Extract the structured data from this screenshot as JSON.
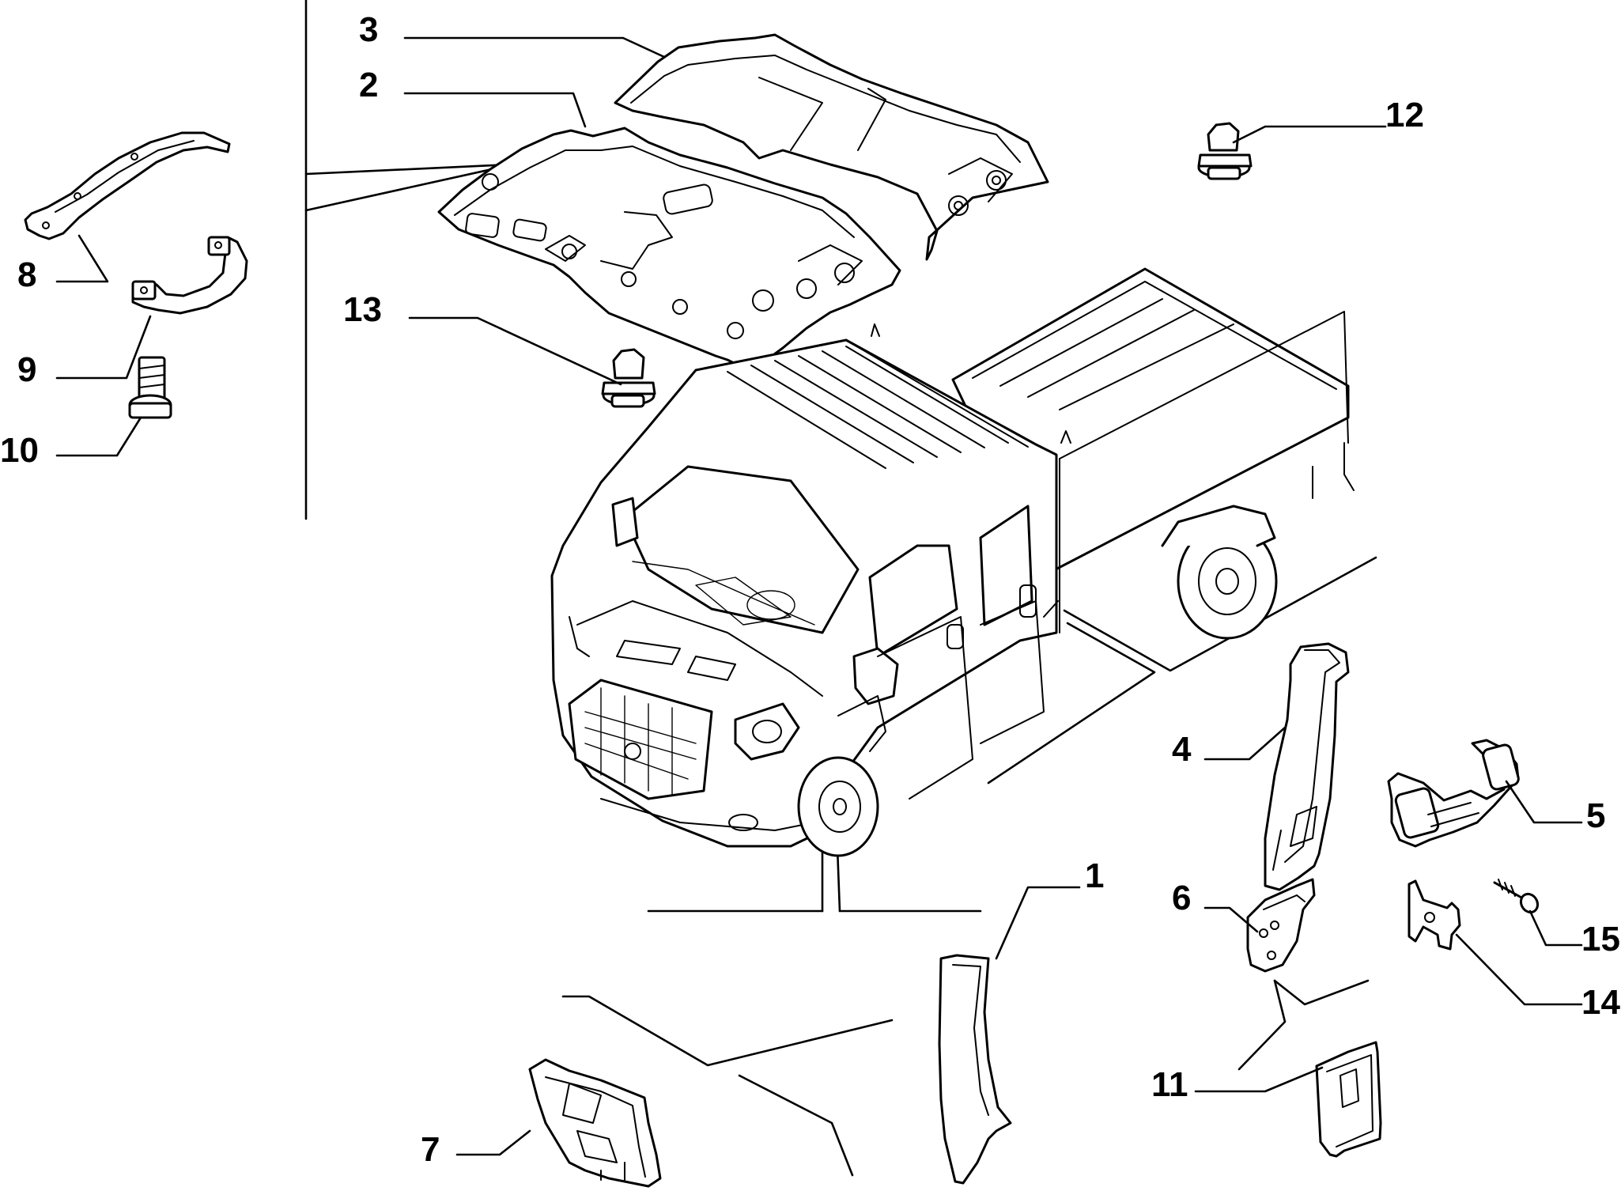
{
  "callouts": [
    "1",
    "2",
    "3",
    "4",
    "5",
    "6",
    "7",
    "8",
    "9",
    "10",
    "11",
    "12",
    "13",
    "14",
    "15"
  ]
}
